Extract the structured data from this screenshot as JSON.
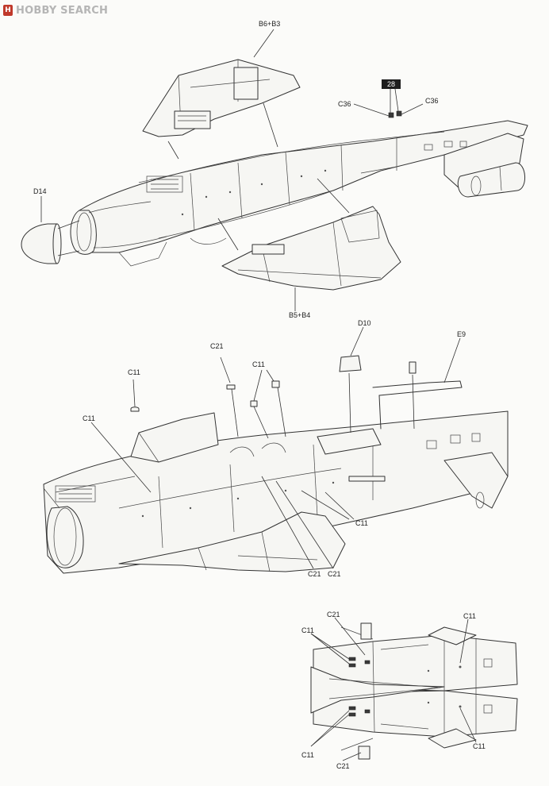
{
  "header": {
    "logo_text": "HOBBY SEARCH"
  },
  "step": {
    "number": "28"
  },
  "colors": {
    "line": "#333333",
    "paper": "#fbfbf9",
    "badge": "#1e1e1e",
    "logo_red": "#c0392b",
    "logo_grey": "#b5b5b5"
  },
  "parts": {
    "b6_b3": "B6+B3",
    "b5_b4": "B5+B4",
    "d14": "D14",
    "c36_left": "C36",
    "c36_right": "C36",
    "d10": "D10",
    "e9": "E9",
    "c21_top": "C21",
    "c11_top_mid": "C11",
    "c11_top_left": "C11",
    "c11_mid_left": "C11",
    "c11_mid_right": "C11",
    "c21_bottom_a": "C21",
    "c21_bottom_b": "C21",
    "inset_c21_top": "C21",
    "inset_c11_top_right": "C11",
    "inset_c11_left_top": "C11",
    "inset_c11_right_bottom": "C11",
    "inset_c11_left_bottom": "C11",
    "inset_c21_bottom": "C21"
  }
}
